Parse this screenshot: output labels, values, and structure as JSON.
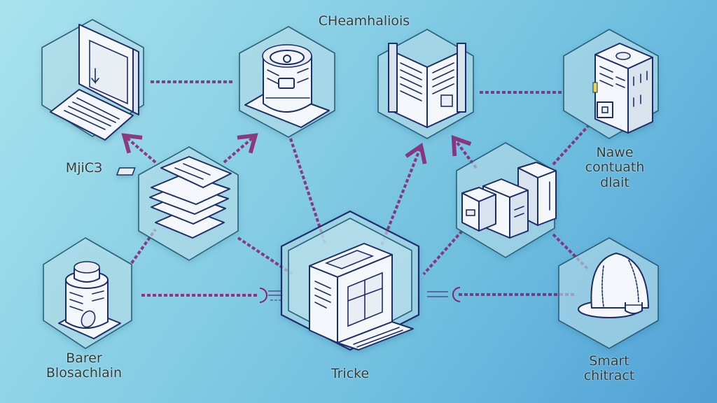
{
  "diagram": {
    "title": "CHeamhaliois",
    "colors": {
      "background_start": "#a9e3ee",
      "background_end": "#4f9fd6",
      "hex_fill": "#bfe6f0",
      "hex_stroke": "#2c5f78",
      "icon_stroke": "#1f2d6b",
      "icon_fill": "#f4f7fb",
      "connector": "#8a1f6e"
    },
    "nodes": [
      {
        "id": "laptop",
        "icon": "laptop-icon",
        "label": ""
      },
      {
        "id": "database",
        "icon": "database-cylinder-icon",
        "label": ""
      },
      {
        "id": "ledger",
        "icon": "open-book-ledger-icon",
        "label": ""
      },
      {
        "id": "office",
        "icon": "office-building-icon",
        "label": ""
      },
      {
        "id": "documents",
        "icon": "document-stack-icon",
        "label": ""
      },
      {
        "id": "servers",
        "icon": "server-blocks-icon",
        "label": ""
      },
      {
        "id": "tower",
        "icon": "data-tower-icon",
        "label": ""
      },
      {
        "id": "center",
        "icon": "central-terminal-icon",
        "label": ""
      },
      {
        "id": "helmet",
        "icon": "hardhat-icon",
        "label": ""
      }
    ],
    "labels": {
      "mjics": "MjiCЗ",
      "news_contract": "Nawe\ncontuath\ndlait",
      "barer_blockchain": "Barer\nBlosachlain",
      "trade": "Tricke",
      "smart_contract": "Smart\nchitract"
    },
    "connections": [
      {
        "from": "laptop",
        "to": "database",
        "style": "dotted"
      },
      {
        "from": "ledger",
        "to": "office",
        "style": "dotted"
      },
      {
        "from": "documents",
        "to": "laptop",
        "style": "dotted-arrow"
      },
      {
        "from": "documents",
        "to": "database",
        "style": "dotted-arrow"
      },
      {
        "from": "database",
        "to": "center",
        "style": "dotted"
      },
      {
        "from": "center",
        "to": "ledger",
        "style": "dotted-arrow"
      },
      {
        "from": "servers",
        "to": "ledger",
        "style": "dotted-arrow"
      },
      {
        "from": "servers",
        "to": "office",
        "style": "dotted"
      },
      {
        "from": "documents",
        "to": "center",
        "style": "dotted"
      },
      {
        "from": "tower",
        "to": "documents",
        "style": "dotted"
      },
      {
        "from": "servers",
        "to": "center",
        "style": "dotted"
      },
      {
        "from": "servers",
        "to": "helmet",
        "style": "dotted"
      },
      {
        "from": "tower",
        "to": "center",
        "style": "dotted-target"
      },
      {
        "from": "helmet",
        "to": "center",
        "style": "dotted-target"
      }
    ]
  }
}
